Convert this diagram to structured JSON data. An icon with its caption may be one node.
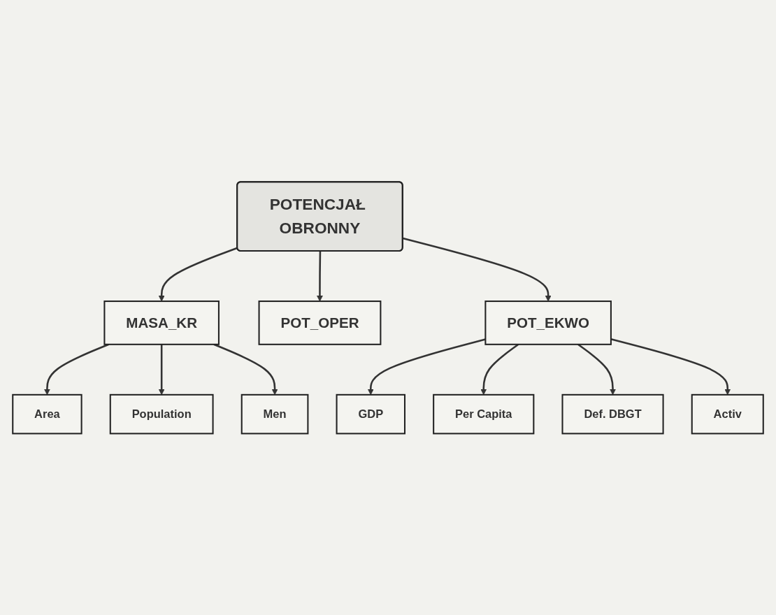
{
  "diagram": {
    "nodes": [
      {
        "text": [
          "POTENCJAŁ OBRONNY"
        ]
      },
      {
        "text": [
          "MASA_KR"
        ]
      },
      {
        "text": [
          "POT_OPER"
        ]
      },
      {
        "text": [
          "POT_EKWO"
        ]
      },
      {
        "text": [
          "Area"
        ]
      },
      {
        "text": [
          "Population"
        ]
      },
      {
        "text": [
          "Men"
        ]
      },
      {
        "text": [
          "GDP"
        ]
      },
      {
        "text": [
          "Per Capita"
        ]
      },
      {
        "text": [
          "Def. DBGT"
        ]
      },
      {
        "text": [
          "Activ"
        ]
      }
    ],
    "edges": [
      {
        "from": 0,
        "to": 1,
        "arrow": "to"
      },
      {
        "from": 0,
        "to": 2,
        "arrow": "to"
      },
      {
        "from": 0,
        "to": 3,
        "arrow": "to"
      },
      {
        "from": 1,
        "to": 4,
        "arrow": "to"
      },
      {
        "from": 1,
        "to": 5,
        "arrow": "to"
      },
      {
        "from": 1,
        "to": 6,
        "arrow": "to"
      },
      {
        "from": 3,
        "to": 7,
        "arrow": "to"
      },
      {
        "from": 3,
        "to": 8,
        "arrow": "to"
      },
      {
        "from": 3,
        "to": 9,
        "arrow": "to"
      },
      {
        "from": 3,
        "to": 10,
        "arrow": "to"
      }
    ]
  }
}
